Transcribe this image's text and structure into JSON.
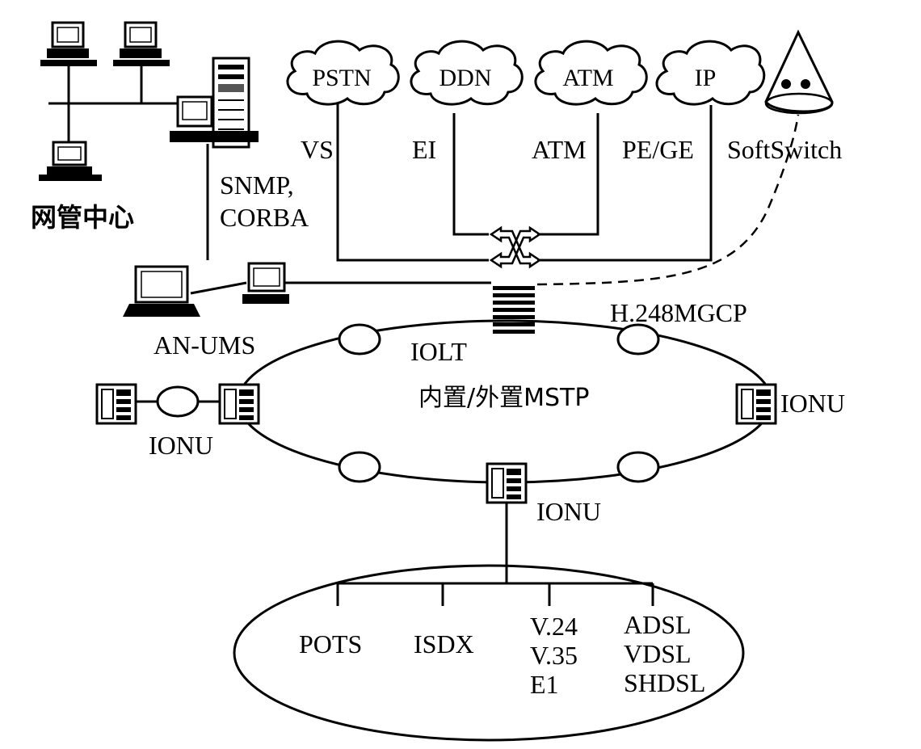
{
  "network_mgmt": {
    "label": "网管中心"
  },
  "protocols": {
    "line1": "SNMP,",
    "line2": "CORBA"
  },
  "networks": [
    {
      "id": "pstn",
      "label": "PSTN",
      "interface": "VS"
    },
    {
      "id": "ddn",
      "label": "DDN",
      "interface": "EI"
    },
    {
      "id": "atm",
      "label": "ATM",
      "interface": "ATM"
    },
    {
      "id": "ip",
      "label": "IP",
      "interface": "PE/GE"
    }
  ],
  "softswitch": {
    "label": "SoftSwitch"
  },
  "h248": {
    "label": "H.248MGCP"
  },
  "an_ums": {
    "label": "AN-UMS"
  },
  "iolt": {
    "label": "IOLT"
  },
  "ring": {
    "label": "内置/外置MSTP"
  },
  "ionu_left": {
    "label": "IONU"
  },
  "ionu_right": {
    "label": "IONU"
  },
  "ionu_bottom": {
    "label": "IONU"
  },
  "services": {
    "pots": "POTS",
    "isdx": "ISDX",
    "v24": "V.24",
    "v35": "V.35",
    "e1": "E1",
    "adsl": "ADSL",
    "vdsl": "VDSL",
    "shdsl": "SHDSL"
  }
}
